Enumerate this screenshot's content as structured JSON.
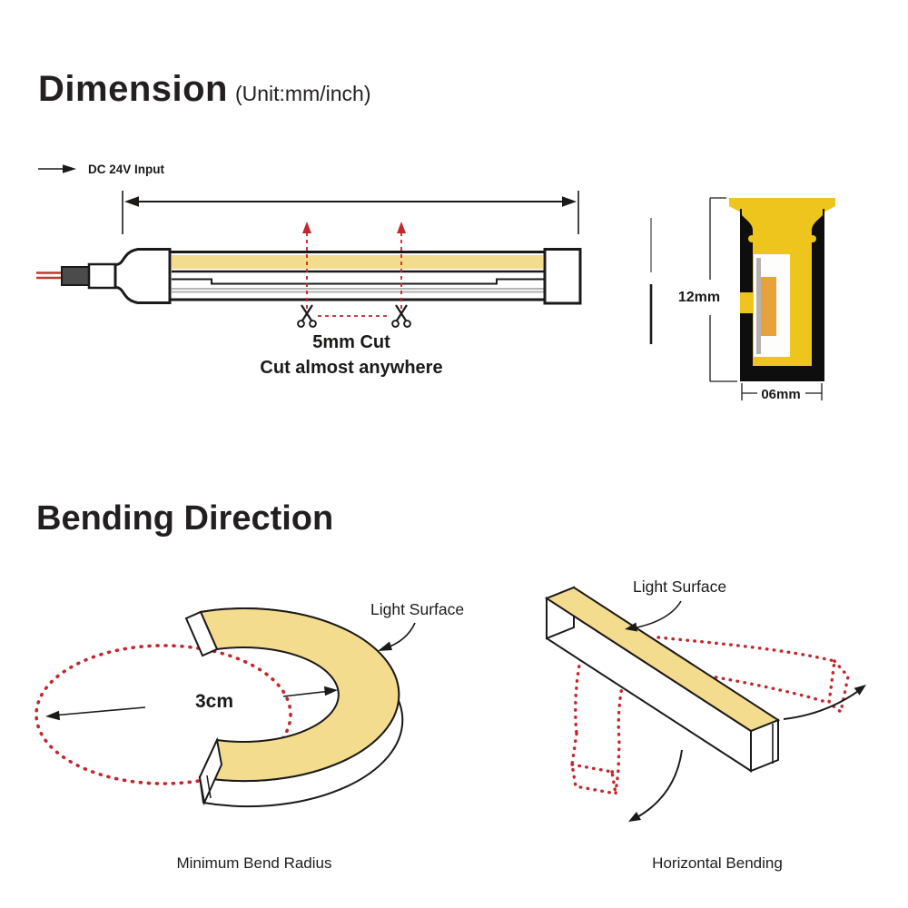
{
  "colors": {
    "ink": "#1c1a19",
    "light_yellow": "#F4DC8E",
    "gold": "#EDC51D",
    "orange": "#E8A23C",
    "red": "#C1272D",
    "wire_red": "#C0392B",
    "connector_gray": "#4B4B4B",
    "pcb_gray": "#B5B1AC"
  },
  "dimension_section": {
    "title": "Dimension",
    "unit": "(Unit:mm/inch)",
    "input_label": "DC 24V Input",
    "cut_title": "5mm Cut",
    "cut_subtitle": "Cut almost anywhere",
    "cross_section": {
      "height_label": "12mm",
      "width_label": "06mm"
    }
  },
  "bending_section": {
    "title": "Bending Direction",
    "min_bend": {
      "light_surface_label": "Light Surface",
      "radius_label": "3cm",
      "caption": "Minimum Bend Radius"
    },
    "horizontal": {
      "light_surface_label": "Light Surface",
      "caption": "Horizontal Bending"
    }
  }
}
